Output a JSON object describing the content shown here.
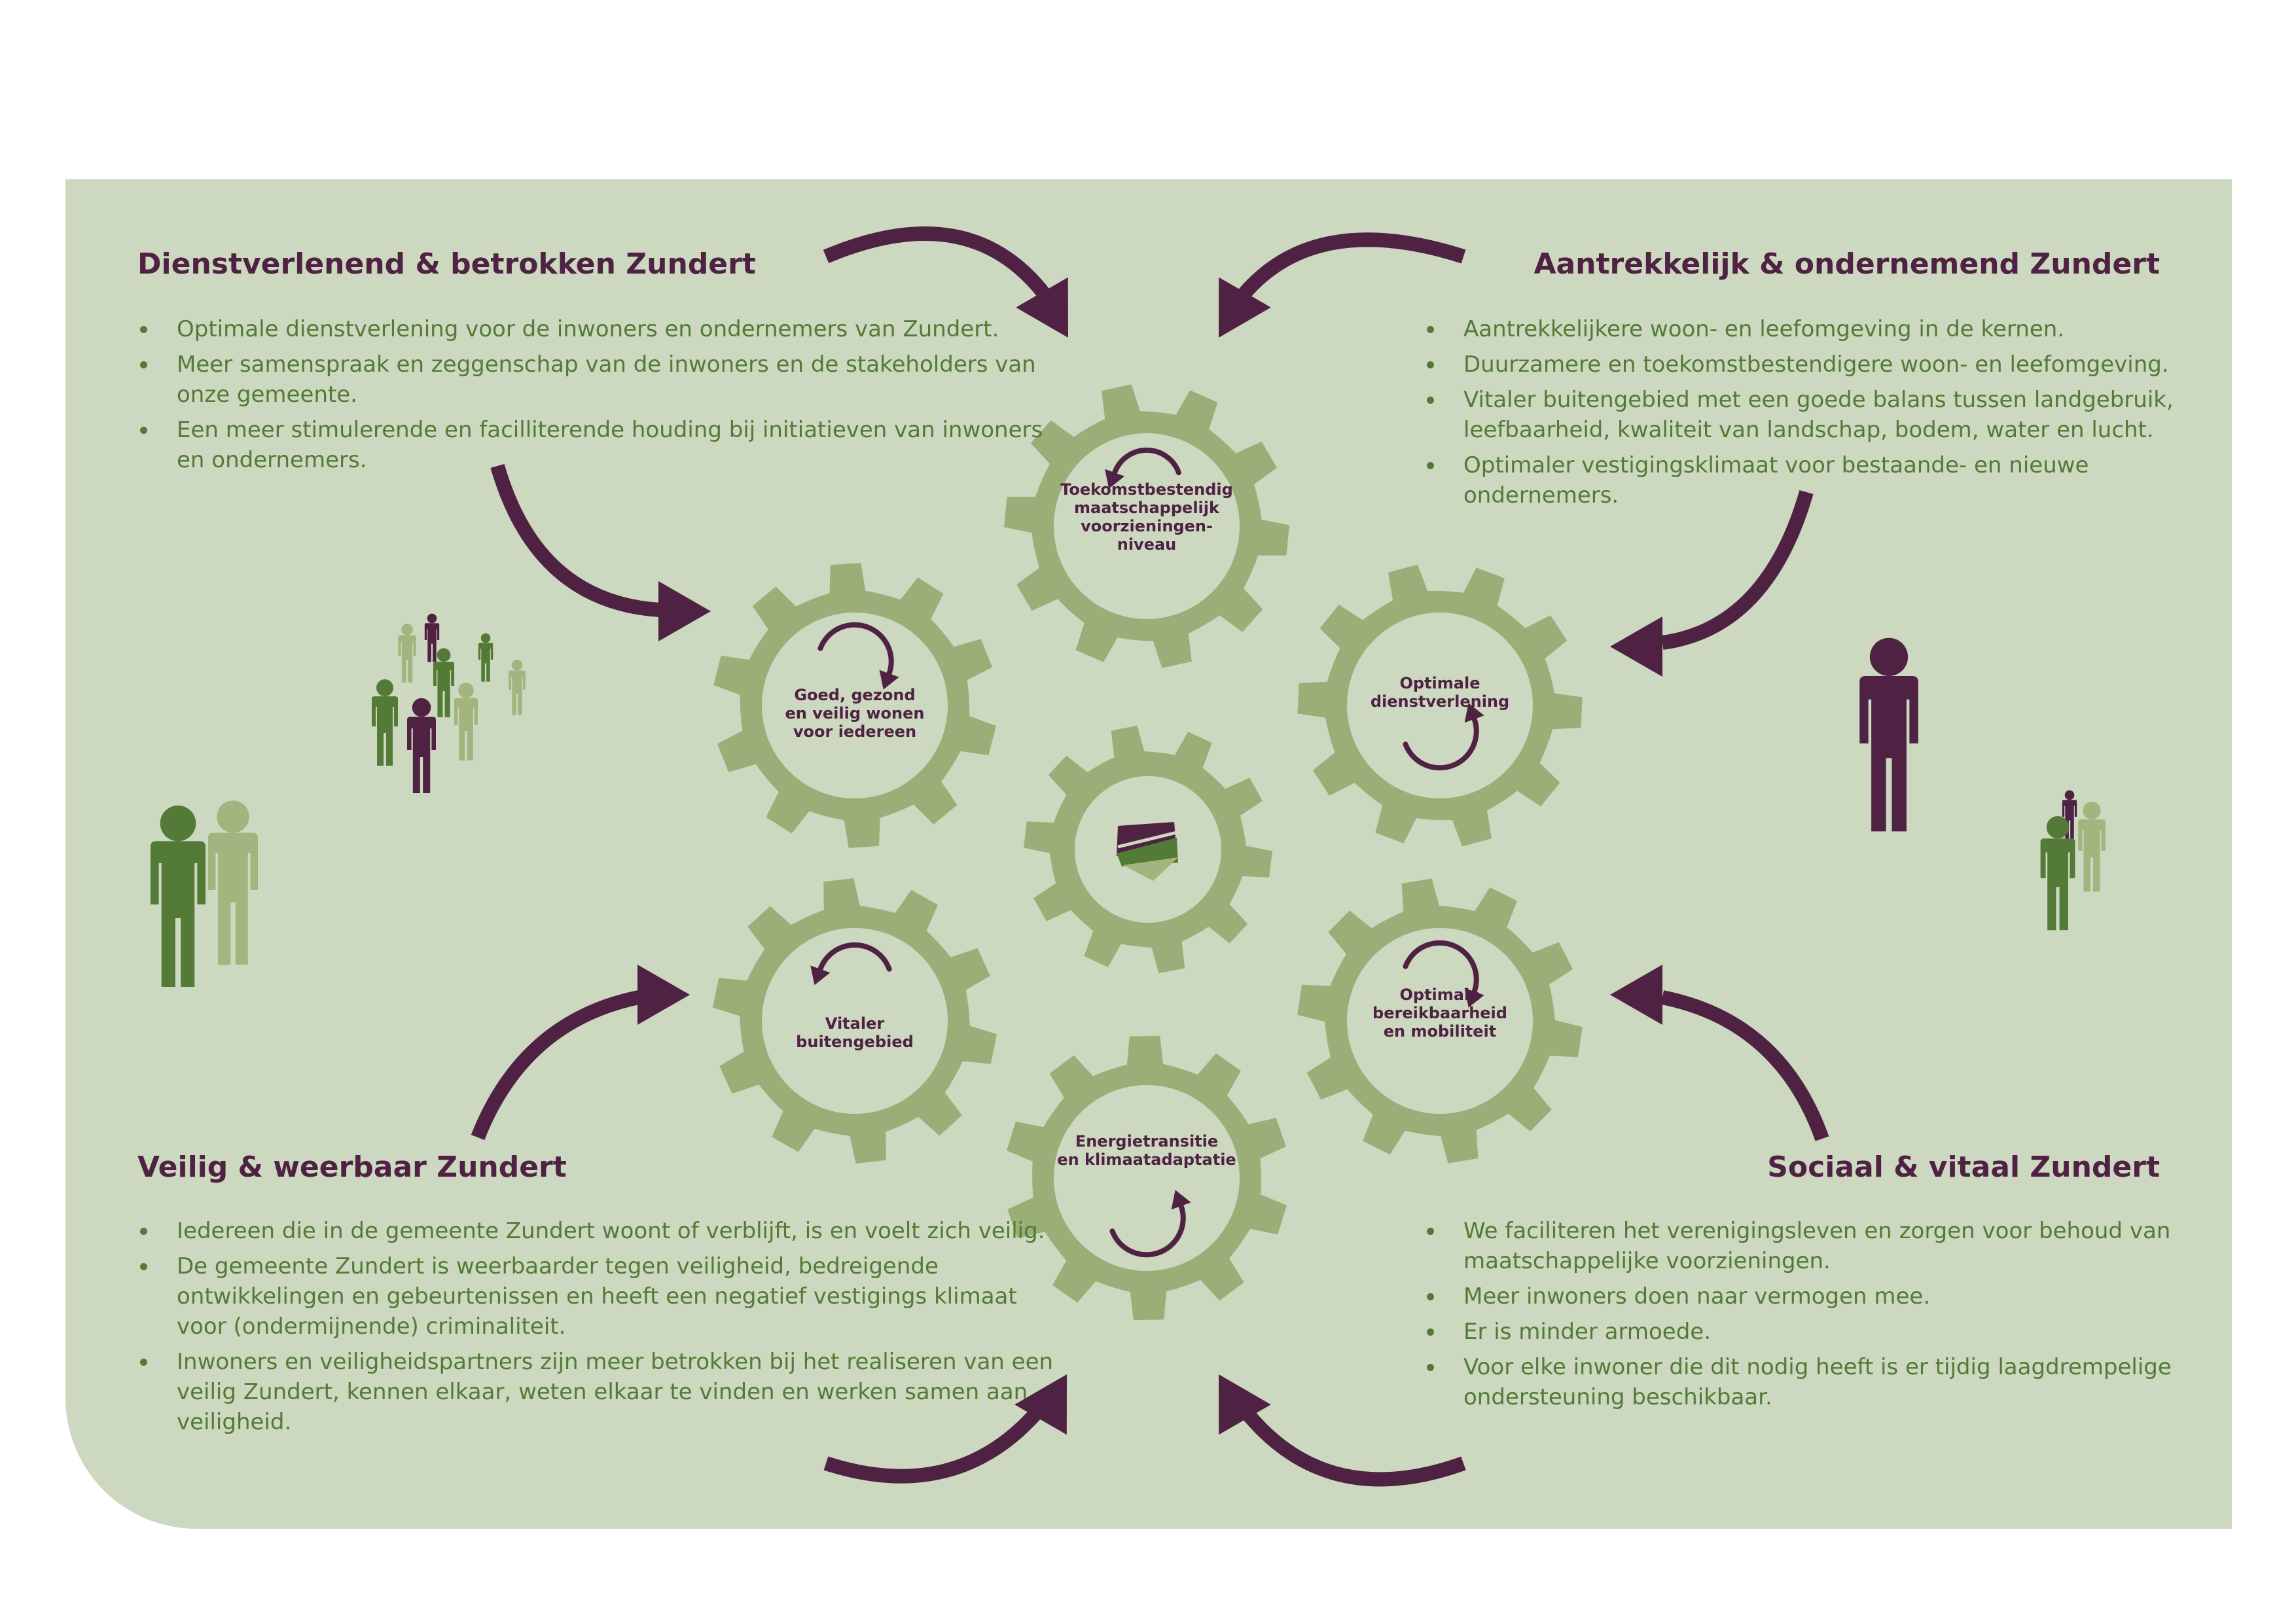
{
  "colors": {
    "background": "#ccd8bf",
    "gear": "#9aae78",
    "purple": "#4f2243",
    "dark_green": "#537a36",
    "light_green": "#a3b47f",
    "text_green": "#537a36"
  },
  "quadrants": {
    "dienstverlenend": {
      "title": "Dienstverlenend & betrokken Zundert",
      "items": [
        "Optimale dienstverlening voor de inwoners en ondernemers van Zundert.",
        "Meer samenspraak en zeggenschap van de inwoners en de stakeholders van onze gemeente.",
        "Een meer stimulerende en facilliterende houding bij initiatieven van inwoners en ondernemers."
      ]
    },
    "aantrekkelijk": {
      "title": "Aantrekkelijk & ondernemend Zundert",
      "items": [
        "Aantrekkelijkere woon- en leefomgeving in de kernen.",
        "Duurzamere en toekomstbestendigere woon- en leefomgeving.",
        "Vitaler buitengebied met een goede balans tussen landgebruik, leefbaarheid, kwaliteit van landschap, bodem, water en lucht.",
        "Optimaler vestigingsklimaat voor bestaande- en nieuwe ondernemers."
      ]
    },
    "veilig": {
      "title": "Veilig & weerbaar Zundert",
      "items": [
        "Iedereen die in de gemeente Zundert woont of verblijft, is en voelt zich veilig.",
        "De gemeente Zundert is weerbaarder tegen veiligheid, bedreigende ontwikkelingen en gebeurtenissen en heeft een negatief vestigings klimaat voor (ondermijnende) criminaliteit.",
        "Inwoners en veiligheidspartners zijn meer betrokken bij het realiseren van een veilig Zundert, kennen elkaar, weten elkaar te vinden en werken samen aan veiligheid."
      ]
    },
    "sociaal": {
      "title": "Sociaal & vitaal Zundert",
      "items": [
        "We faciliteren het verenigingsleven en zorgen voor behoud van maatschappelijke voorzieningen.",
        "Meer inwoners doen naar vermogen mee.",
        "Er is minder armoede.",
        "Voor elke inwoner die dit nodig heeft is er tijdig laagdrempelige ondersteuning beschikbaar."
      ]
    }
  },
  "gears": {
    "top": [
      "Toekomstbestendig",
      "maatschappelijk",
      "voorzieningen-",
      "niveau"
    ],
    "upper_left": [
      "Goed, gezond",
      "en veilig wonen",
      "voor iedereen"
    ],
    "upper_right": [
      "Optimale",
      "dienstverlening"
    ],
    "lower_left": [
      "Vitaler",
      "buitengebied"
    ],
    "lower_right": [
      "Optimale",
      "bereikbaarheid",
      "en mobiliteit"
    ],
    "bottom": [
      "Energietransitie",
      "en klimaatadaptatie"
    ],
    "center": "zundert-logo-icon"
  }
}
